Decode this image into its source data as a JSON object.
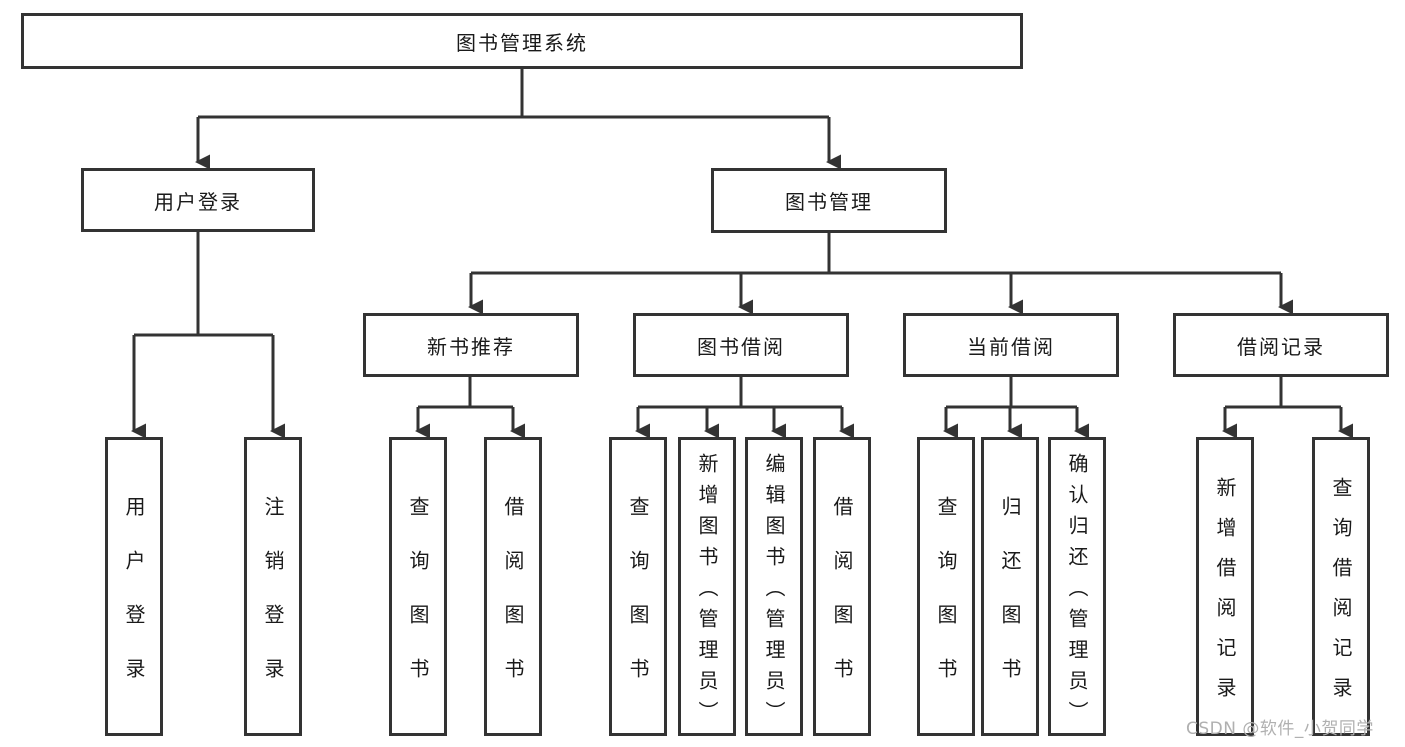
{
  "tree": {
    "root": {
      "label": "图书管理系统"
    },
    "level2": [
      {
        "label": "用户登录"
      },
      {
        "label": "图书管理"
      }
    ],
    "level3": [
      {
        "label": "新书推荐"
      },
      {
        "label": "图书借阅"
      },
      {
        "label": "当前借阅"
      },
      {
        "label": "借阅记录"
      }
    ],
    "leaves": [
      {
        "label": "用户登录"
      },
      {
        "label": "注销登录"
      },
      {
        "label": "查询图书"
      },
      {
        "label": "借阅图书"
      },
      {
        "label": "查询图书"
      },
      {
        "label": "新增图书（管理员）"
      },
      {
        "label": "编辑图书（管理员）"
      },
      {
        "label": "借阅图书"
      },
      {
        "label": "查询图书"
      },
      {
        "label": "归还图书"
      },
      {
        "label": "确认归还（管理员）"
      },
      {
        "label": "新增借阅记录"
      },
      {
        "label": "查询借阅记录"
      }
    ]
  },
  "watermark": {
    "text": "CSDN @软件_小贺同学"
  },
  "colors": {
    "line": "#333333",
    "text": "#1a1a1a",
    "watermark": "#b0b0b0",
    "background": "#ffffff"
  }
}
